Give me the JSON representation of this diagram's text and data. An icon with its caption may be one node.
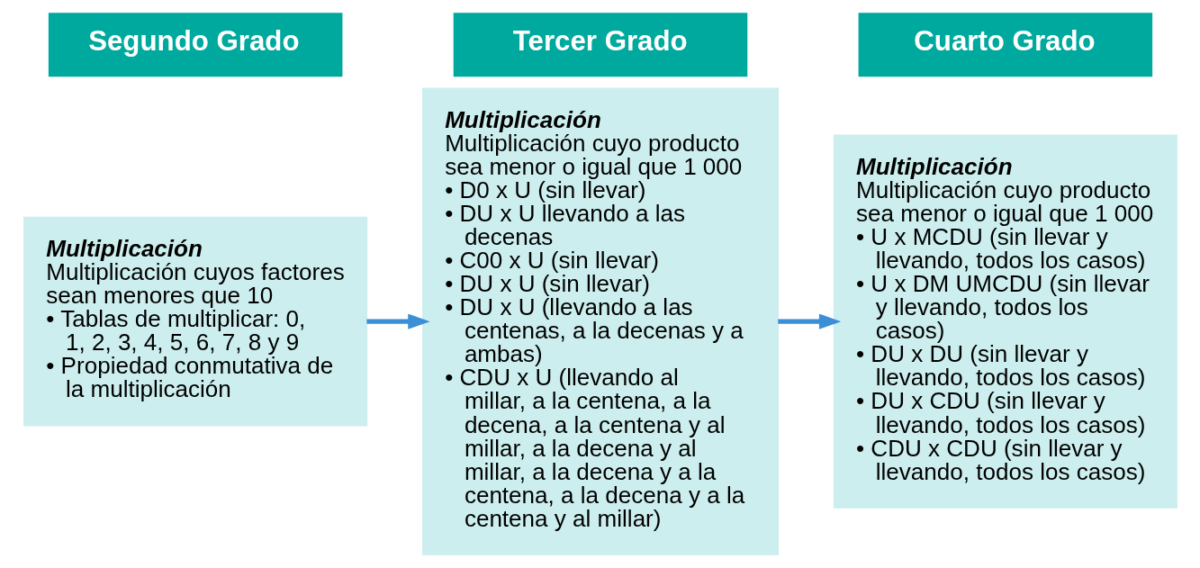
{
  "diagram": {
    "nodes": [
      {
        "text": [
          "Segundo Grado"
        ]
      },
      {
        "text": [
          "Multiplicación",
          "Multiplicación cuyos factores sean menores que 10",
          "• Tablas de multiplicar: 0, 1, 2, 3, 4, 5, 6, 7, 8 y 9",
          "• Propiedad conmutativa de la multiplicación"
        ]
      },
      {
        "text": [
          "Tercer Grado"
        ]
      },
      {
        "text": [
          "Multiplicación",
          "Multiplicación cuyo producto sea menor o igual que 1 000",
          "• D0 x U (sin llevar)",
          "• DU x U llevando a las decenas",
          "• C00 x U (sin llevar)",
          "• DU x U (sin llevar)",
          "• DU x U (llevando a las centenas, a la decenas y a ambas)",
          "• CDU x U (llevando al millar, a la centena, a la decena, a la centena y al millar, a la decena y al millar, a la decena y a la centena, a la decena y a la centena y al millar)"
        ]
      },
      {
        "text": [
          "Cuarto Grado"
        ]
      },
      {
        "text": [
          "Multiplicación",
          "Multiplicación cuyo producto sea menor o igual que 1 000",
          "• U x MCDU (sin llevar y llevando, todos los casos)",
          "• U x DM UMCDU (sin llevar y llevando, todos los casos)",
          "• DU x DU (sin llevar y llevando, todos los casos)",
          "• DU x CDU (sin llevar y llevando, todos los casos)",
          "• CDU x CDU (sin llevar y llevando, todos los casos)"
        ]
      }
    ],
    "edges": [
      {
        "from": 1,
        "to": 3,
        "arrow": "to"
      },
      {
        "from": 3,
        "to": 5,
        "arrow": "to"
      }
    ]
  }
}
